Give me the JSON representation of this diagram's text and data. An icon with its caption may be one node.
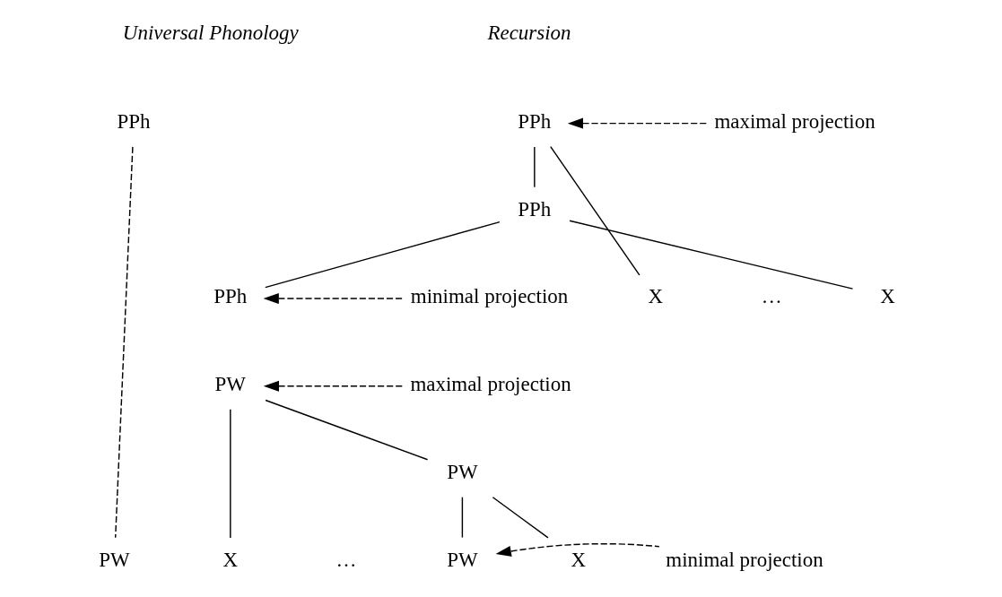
{
  "diagram": {
    "nodes": [
      {
        "text": [
          "PPh"
        ]
      },
      {
        "text": [
          "PW"
        ]
      },
      {
        "text": [
          "PPh"
        ]
      },
      {
        "text": [
          "PPh"
        ]
      },
      {
        "text": [
          "X"
        ]
      },
      {
        "text": [
          "X"
        ]
      },
      {
        "text": [
          "PPh"
        ]
      },
      {
        "text": [
          "maximal projection"
        ]
      },
      {
        "text": [
          "minimal projection"
        ]
      },
      {
        "text": [
          "PW"
        ]
      },
      {
        "text": [
          "PW"
        ]
      },
      {
        "text": [
          "X"
        ]
      },
      {
        "text": [
          "X"
        ]
      },
      {
        "text": [
          "PW"
        ]
      },
      {
        "text": [
          "maximal projection"
        ]
      },
      {
        "text": [
          "minimal projection"
        ]
      }
    ],
    "edges": [
      {
        "from": 0,
        "to": 1,
        "arrow": "none",
        "style": "dashed"
      },
      {
        "from": 2,
        "to": 4,
        "arrow": "none"
      },
      {
        "from": 2,
        "to": 3,
        "arrow": "none"
      },
      {
        "from": 3,
        "to": 5,
        "arrow": "none"
      },
      {
        "from": 3,
        "to": 6,
        "arrow": "none"
      },
      {
        "from": 7,
        "to": 2,
        "arrow": "to",
        "style": "dashed"
      },
      {
        "from": 8,
        "to": 6,
        "arrow": "to",
        "style": "dashed"
      },
      {
        "from": 9,
        "to": 11,
        "arrow": "none"
      },
      {
        "from": 9,
        "to": 10,
        "arrow": "none"
      },
      {
        "from": 10,
        "to": 12,
        "arrow": "none"
      },
      {
        "from": 10,
        "to": 13,
        "arrow": "none"
      },
      {
        "from": 14,
        "to": 9,
        "arrow": "to",
        "style": "dashed"
      },
      {
        "from": 15,
        "to": 13,
        "arrow": "to",
        "style": "dashed"
      }
    ],
    "labels": [
      "Universal Phonology",
      "Recursion",
      "…",
      "…"
    ]
  }
}
